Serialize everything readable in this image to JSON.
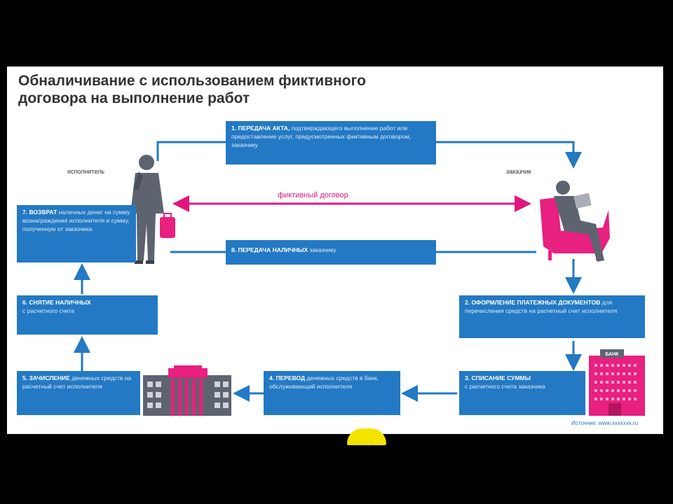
{
  "title": "Обналичивание с использованием фиктивного договора на выполнение работ",
  "roles": {
    "executor": "исполнитель",
    "customer": "заказчик"
  },
  "contract_label": "фиктивный договор",
  "steps": [
    {
      "head": "1. ПЕРЕДАЧА АКТА,",
      "body": "подтверждающего выполнение работ или предоставление услуг, предусмотренных фиктивным договором, заказчику"
    },
    {
      "head": "2. ОФОРМЛЕНИЕ ПЛАТЕЖНЫХ ДОКУМЕНТОВ",
      "body": "для перечисления средств на расчетный счет исполнителя"
    },
    {
      "head": "3. СПИСАНИЕ СУММЫ",
      "body": "с расчетного счета заказчика"
    },
    {
      "head": "4. ПЕРЕВОД",
      "body": "денежных средств в банк, обслуживающий исполнителя"
    },
    {
      "head": "5. ЗАЧИСЛЕНИЕ",
      "body": "денежных средств на расчетный счет исполнителя"
    },
    {
      "head": "6. СНЯТИЕ НАЛИЧНЫХ",
      "body": "с расчетного счета"
    },
    {
      "head": "7. ВОЗВРАТ",
      "body": "наличных денег на сумму вознаграждения исполнителя и сумму, полученную от заказчика"
    },
    {
      "head": "8. ПЕРЕДАЧА НАЛИЧНЫХ",
      "body": "заказчику"
    }
  ],
  "bank_sign": "БАНК",
  "source": "Источник: www.xxxxxxx.ru",
  "colors": {
    "box": "#2379c4",
    "arrow": "#2379c4",
    "contract": "#e0187d",
    "person": "#5d6470",
    "chair": "#e8207f",
    "building": "#e8207f"
  },
  "icons": [
    "executor-figure-icon",
    "customer-figure-icon",
    "bank-building-icon",
    "office-building-icon",
    "briefcase-icon",
    "armchair-icon"
  ]
}
